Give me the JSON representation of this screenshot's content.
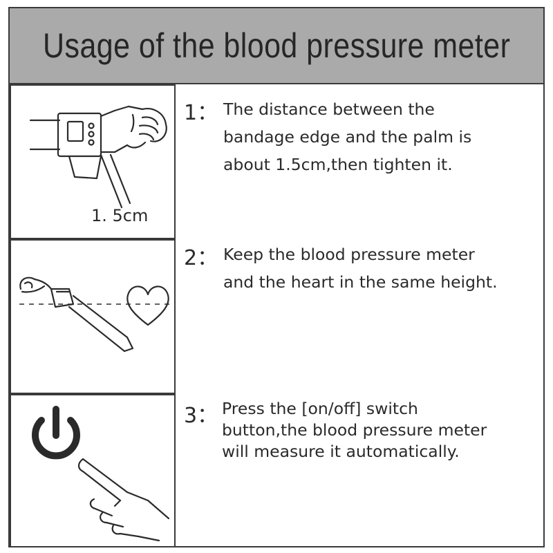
{
  "title": "Usage of the blood pressure meter",
  "steps": [
    {
      "number": "1：",
      "text": "The distance between the\nbandage edge and the palm is\nabout 1.5cm,then tighten it.",
      "illustration_label": "1. 5cm",
      "icon": "wrist-cuff-icon"
    },
    {
      "number": "2：",
      "text": "Keep the blood pressure meter\nand the heart in the same height.",
      "icon": "heart-icon"
    },
    {
      "number": "3：",
      "text": "Press the [on/off] switch\nbutton,the blood pressure meter\nwill measure it automatically.",
      "icon": "power-icon"
    }
  ],
  "colors": {
    "title_background": "#aaaaaa",
    "line": "#3a3a3a",
    "text": "#2a2a2a"
  }
}
